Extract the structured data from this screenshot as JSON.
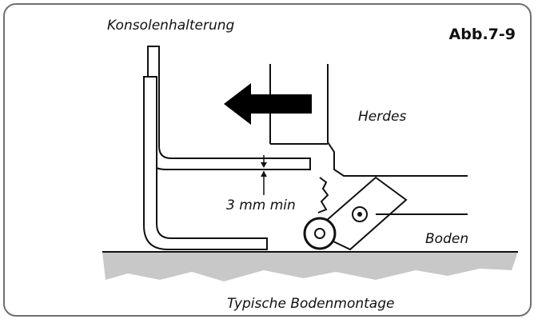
{
  "labels": {
    "bracket": "Konsolenhalterung",
    "figure_number": "Abb.7-9",
    "range": "Herdes",
    "clearance": "3 mm min",
    "floor": "Boden",
    "caption": "Typische Bodenmontage"
  },
  "colors": {
    "line": "#111111",
    "floor_fill": "#c8c8c8",
    "arrow": "#000000",
    "frame": "#6f6f6f"
  }
}
